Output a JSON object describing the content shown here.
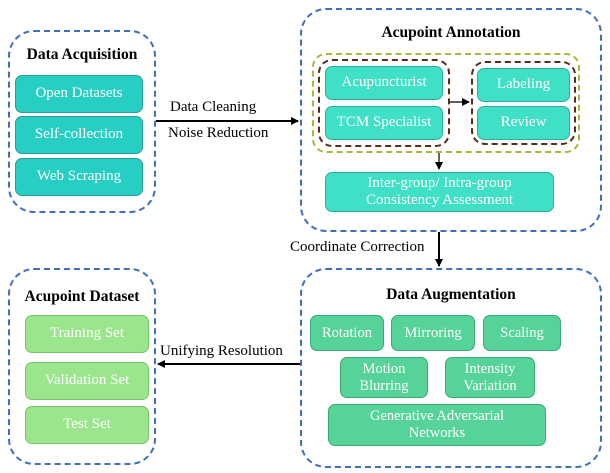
{
  "data_acquisition": {
    "title": "Data Acquisition",
    "items": [
      "Open Datasets",
      "Self-collection",
      "Web Scraping"
    ]
  },
  "acupoint_annotation": {
    "title": "Acupoint Annotation",
    "annotators": [
      "Acupuncturist",
      "TCM Specialist"
    ],
    "steps": [
      "Labeling",
      "Review"
    ],
    "assessment": "Inter-group/ Intra-group Consistency Assessment"
  },
  "data_augmentation": {
    "title": "Data Augmentation",
    "row1": [
      "Rotation",
      "Mirroring",
      "Scaling"
    ],
    "row2": [
      "Motion Blurring",
      "Intensity Variation"
    ],
    "gan": "Generative Adversarial Networks"
  },
  "acupoint_dataset": {
    "title": "Acupoint Dataset",
    "items": [
      "Training Set",
      "Validation Set",
      "Test Set"
    ]
  },
  "edges": {
    "cleaning": "Data Cleaning",
    "noise": "Noise Reduction",
    "coordinate": "Coordinate Correction",
    "resolution": "Unifying Resolution"
  },
  "colors": {
    "panel_border": "#3f6fc0",
    "teal": "#27cec4",
    "aqua": "#3fe0c6",
    "green": "#56d398",
    "light_green": "#9be68d",
    "olive_dash": "#a8b83a",
    "brown_dash": "#5a2b1b"
  }
}
